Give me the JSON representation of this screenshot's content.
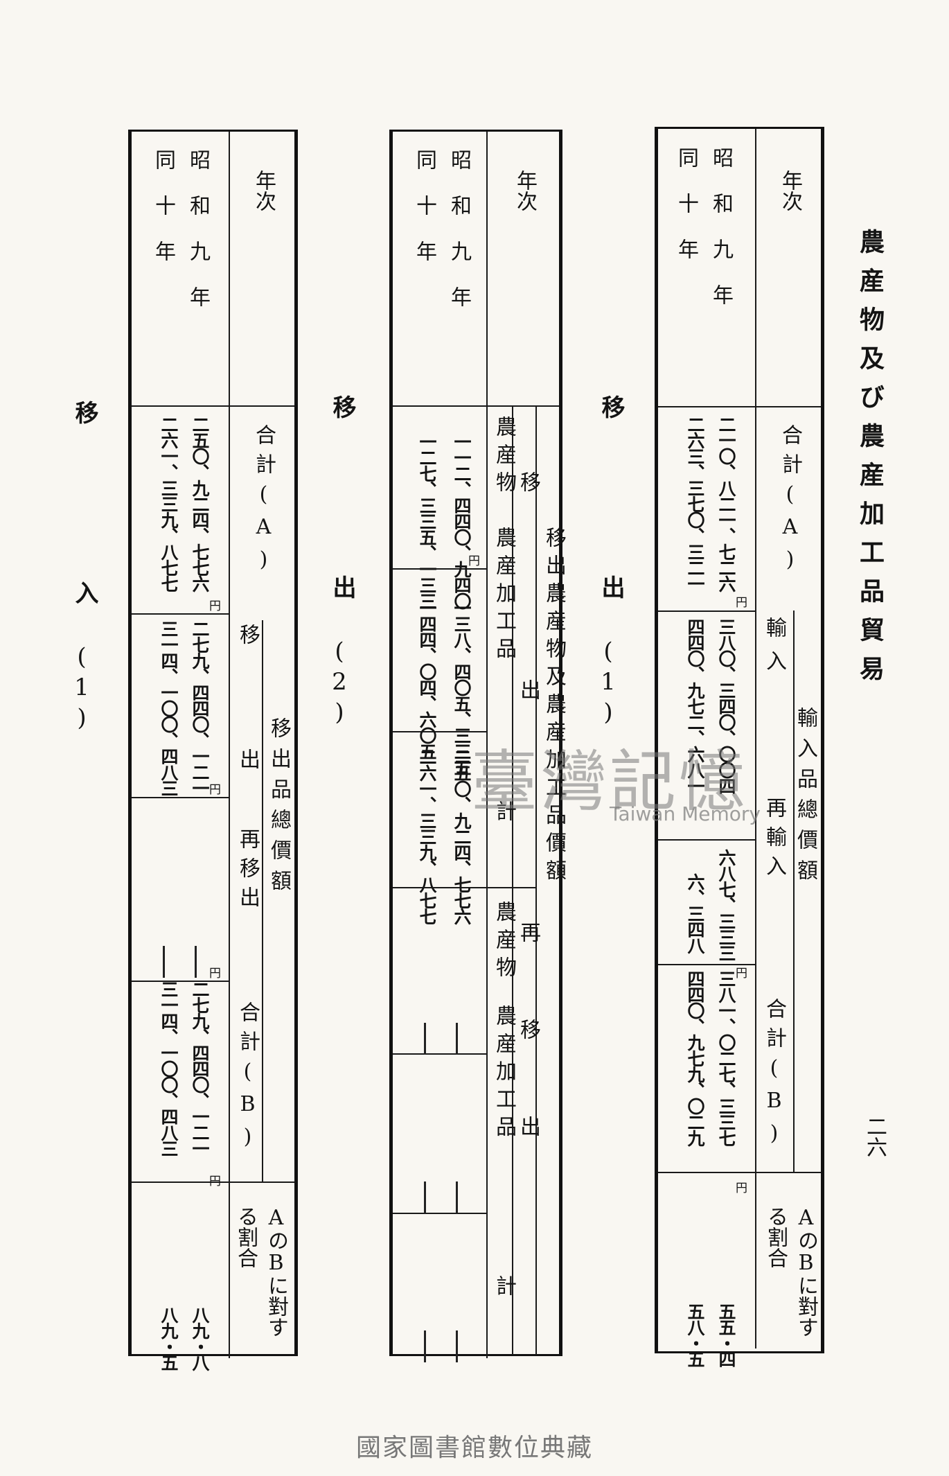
{
  "running_title": "農産物及び農産加工品貿易",
  "page_number": "二六",
  "watermark": {
    "cjk": "臺灣記憶",
    "en": "Taiwan Memory"
  },
  "footer": "國家圖書館數位典藏",
  "yen": "円",
  "table_right": {
    "section_label": "移",
    "section_label2": "出",
    "section_number": "(1)",
    "year_header": "年次",
    "years": [
      "昭和九年",
      "同十年"
    ],
    "col_total": "合計(A)",
    "group_header": "輸入品總價額",
    "col_import": "輸入",
    "col_reimport": "再輸入",
    "col_sum_b": "合計(B)",
    "col_ratio": "AのBに對する割合",
    "rows": [
      {
        "total_a": "二一〇、八二一、七二六",
        "import": "三八〇、三四〇、〇〇四",
        "reimport": "六八七、三三三",
        "sum_b": "三八一、〇二七、三三七",
        "ratio": "五五・四"
      },
      {
        "total_a": "二六三、三七〇、三二一",
        "import": "四四〇、九七二、六八一",
        "reimport": "六、三四八",
        "sum_b": "四四〇、九七九、〇二九",
        "ratio": "五八・五"
      }
    ]
  },
  "table_middle": {
    "section_label": "移",
    "section_label2": "出",
    "section_number": "(2)",
    "year_header": "年次",
    "years": [
      "昭和九年",
      "同十年"
    ],
    "group_header": "移出農産物及農産加工品價額",
    "sub_header_1": "移出",
    "sub_header_2": "再移出",
    "col_agri": "農産物",
    "col_processed": "農産加工品",
    "col_sum": "計",
    "rows": [
      {
        "agri": "一一二、四四〇、九四〇",
        "processed": "一三八、四〇五、三三五",
        "sum": "二五〇、九二四、七七六",
        "r_agri": "",
        "r_processed": "",
        "r_sum": ""
      },
      {
        "agri": "一二七、三三五、一三三",
        "processed": "一四四、〇四、六〇五",
        "sum": "二六一、三三九、八七七",
        "r_agri": "",
        "r_processed": "",
        "r_sum": ""
      }
    ]
  },
  "table_left": {
    "section_label": "移",
    "section_label2": "入",
    "section_number": "(1)",
    "year_header": "年次",
    "years": [
      "昭和九年",
      "同十年"
    ],
    "col_total": "合計(A)",
    "group_header": "移出品總價額",
    "col_export": "移出",
    "col_reexport": "再移出",
    "col_sum_b": "合計(B)",
    "col_ratio": "AのBに對する割合",
    "rows": [
      {
        "total_a": "二五〇、九二四、七七六",
        "export": "二七九、四四〇、一二一",
        "reexport": "",
        "sum_b": "二七九、四四〇、一二一",
        "ratio": "八九・八"
      },
      {
        "total_a": "二六一、三三九、八七七",
        "export": "三一四、一〇〇、四八三",
        "reexport": "",
        "sum_b": "三一四、一〇〇、四八三",
        "ratio": "八九・五"
      }
    ]
  }
}
